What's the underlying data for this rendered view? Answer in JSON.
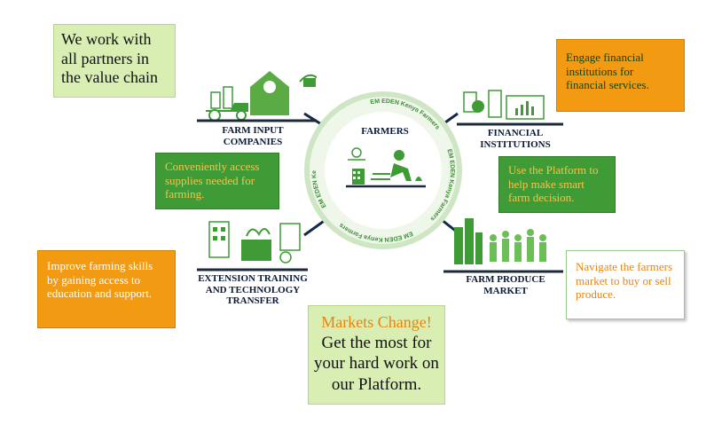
{
  "intro": {
    "text": "We work with all partners in the value chain"
  },
  "financial": {
    "text": "Engage financial institutions for financial services.",
    "label": "FINANCIAL INSTITUTIONS"
  },
  "farm_input": {
    "label": "FARM INPUT COMPANIES",
    "text": "Conveniently access supplies needed for farming."
  },
  "center": {
    "label": "FARMERS",
    "ring_text": "EM EDEN Kenya Farmers"
  },
  "platform": {
    "text": "Use the Platform to help make smart farm decision."
  },
  "extension": {
    "label": "EXTENSION TRAINING AND TECHNOLOGY TRANSFER",
    "text": "Improve farming skills by gaining access to education and support."
  },
  "market": {
    "label": "FARM PRODUCE MARKET",
    "text": "Navigate the farmers market to buy or sell produce."
  },
  "markets_change": {
    "title": "Markets Change!",
    "body": "Get the most for your hard work on our Platform."
  },
  "colors": {
    "green": "#3f9b36",
    "orange": "#f29a12",
    "light_green": "#d8eeb2",
    "navy": "#0b1a35",
    "ring": "#dff0d5"
  },
  "icons": [
    "farmhouse-icon",
    "tractor-icon",
    "watering-can-icon",
    "bank-chart-icon",
    "farmer-planting-icon",
    "training-board-icon",
    "market-crowd-icon"
  ]
}
